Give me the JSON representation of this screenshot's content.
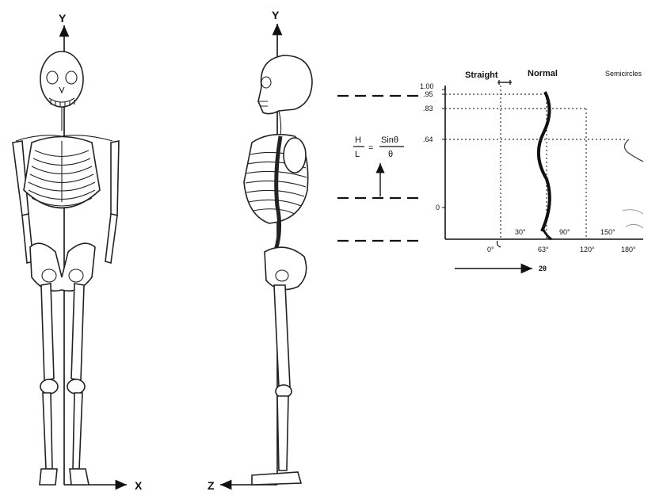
{
  "front_view": {
    "y_axis_label": "Y",
    "x_axis_label": "X"
  },
  "side_view": {
    "y_axis_label": "Y",
    "z_axis_label": "Z"
  },
  "formula": {
    "lhs_num": "H",
    "lhs_den": "L",
    "equals": "=",
    "rhs_num": "Sinθ",
    "rhs_den": "θ"
  },
  "graph": {
    "headers": [
      "Straight",
      "Normal",
      "Semicircles"
    ],
    "y_ticks": [
      "1.00",
      ".95",
      ".83",
      ".64",
      "0"
    ],
    "x_ticks": [
      "0°",
      "63°",
      "120°",
      "180°"
    ],
    "inner_ticks": [
      "30°",
      "90°",
      "150°"
    ],
    "x_axis_caption": "2θ"
  }
}
